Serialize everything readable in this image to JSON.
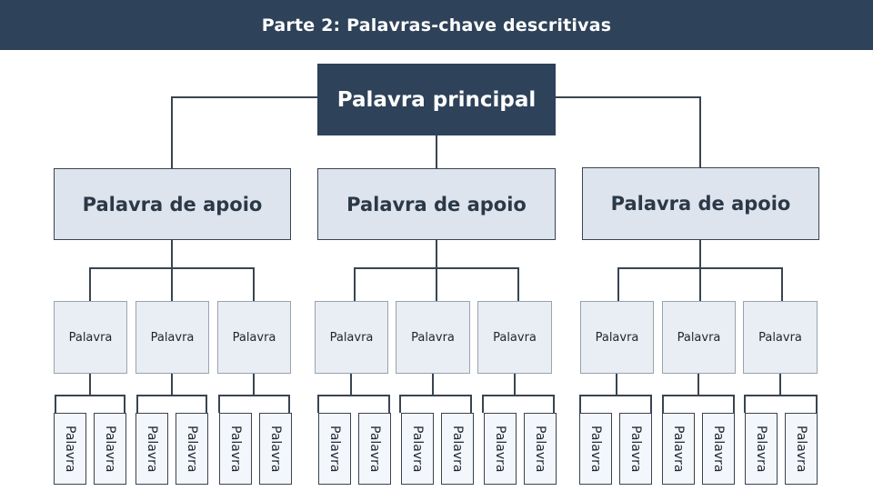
{
  "header": {
    "title": "Parte 2: Palavras-chave descritivas"
  },
  "colors": {
    "dark": "#2e4259",
    "support_fill": "#dde4ed",
    "word_fill": "#e9edf4",
    "leaf_fill": "#f3f6fa",
    "line": "#3a4450"
  },
  "main": {
    "label": "Palavra principal"
  },
  "groups": [
    {
      "support": "Palavra de apoio",
      "words": [
        {
          "label": "Palavra",
          "leaves": [
            "Palavra",
            "Palavra"
          ]
        },
        {
          "label": "Palavra",
          "leaves": [
            "Palavra",
            "Palavra"
          ]
        },
        {
          "label": "Palavra",
          "leaves": [
            "Palavra",
            "Palavra"
          ]
        }
      ]
    },
    {
      "support": "Palavra de apoio",
      "words": [
        {
          "label": "Palavra",
          "leaves": [
            "Palavra",
            "Palavra"
          ]
        },
        {
          "label": "Palavra",
          "leaves": [
            "Palavra",
            "Palavra"
          ]
        },
        {
          "label": "Palavra",
          "leaves": [
            "Palavra",
            "Palavra"
          ]
        }
      ]
    },
    {
      "support": "Palavra de apoio",
      "words": [
        {
          "label": "Palavra",
          "leaves": [
            "Palavra",
            "Palavra"
          ]
        },
        {
          "label": "Palavra",
          "leaves": [
            "Palavra",
            "Palavra"
          ]
        },
        {
          "label": "Palavra",
          "leaves": [
            "Palavra",
            "Palavra"
          ]
        }
      ]
    }
  ]
}
